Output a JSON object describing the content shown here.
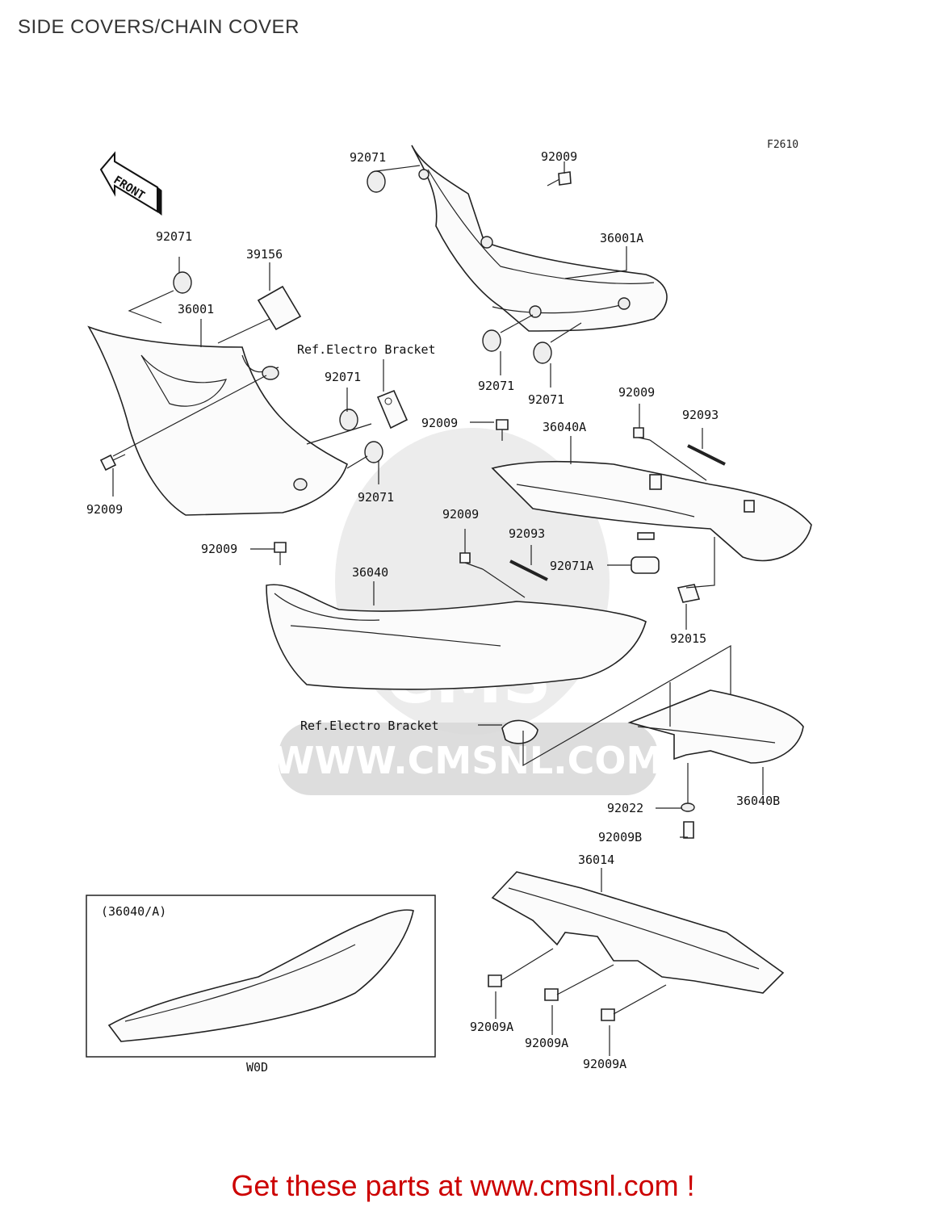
{
  "page": {
    "title": "SIDE COVERS/CHAIN COVER",
    "figure_code": "F2610",
    "footer": "Get these parts at www.cmsnl.com !"
  },
  "watermark": {
    "logo_text": "CMS",
    "url": "WWW.CMSNL.COM"
  },
  "front_label": "FRONT",
  "callouts": {
    "c1": "92071",
    "c2": "92009",
    "c3": "36001A",
    "c4": "92071",
    "c5": "39156",
    "c6": "36001",
    "c7": "Ref.Electro Bracket",
    "c8": "92071",
    "c9": "92071",
    "c10": "92071",
    "c11": "92009",
    "c12": "92071",
    "c13": "92009",
    "c14": "92093",
    "c15": "92009",
    "c16": "36040A",
    "c17": "92009",
    "c18": "92093",
    "c19": "92071A",
    "c20": "92009",
    "c21": "36040",
    "c22": "92015",
    "c23": "Ref.Electro Bracket",
    "c24": "36040B",
    "c25": "92022",
    "c26": "92009B",
    "c27": "36014",
    "c28": "92009A",
    "c29": "92009A",
    "c30": "92009A"
  },
  "inset": {
    "label": "(36040/A)",
    "sublabel": "W0D"
  }
}
